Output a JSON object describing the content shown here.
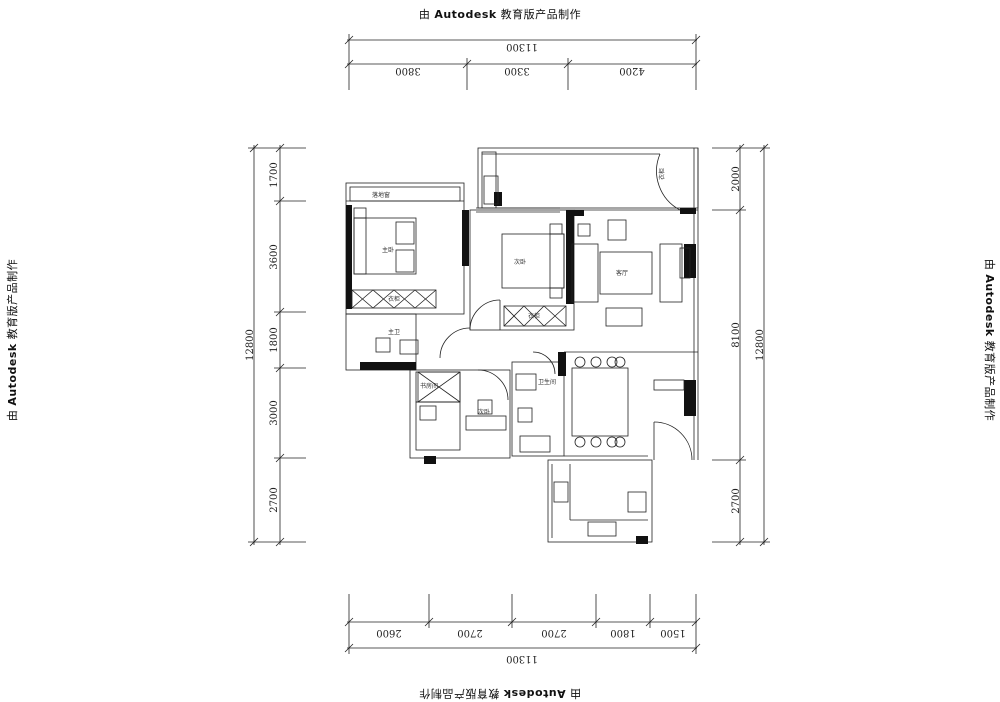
{
  "watermark": {
    "prefix": "由",
    "brand": "Autodesk",
    "suffix": "教育版产品制作"
  },
  "dimensions": {
    "top_total": "11300",
    "top_segments": [
      "3800",
      "3300",
      "4200"
    ],
    "bottom_total": "11300",
    "bottom_segments": [
      "2600",
      "2700",
      "2700",
      "1800",
      "1500"
    ],
    "left_total": "12800",
    "left_segments": [
      "1700",
      "3600",
      "1800",
      "3000",
      "2700"
    ],
    "right_total": "12800",
    "right_segments": [
      "2000",
      "8100",
      "2700"
    ]
  },
  "rooms": {
    "master_bedroom": "主卧",
    "second_bedroom": "次卧",
    "third_bedroom": "次卧",
    "living_room": "客厅",
    "kitchen_bath": "主卫",
    "bathroom": "卫生间",
    "study": "书房间",
    "balcony_label": "衣柜",
    "wardrobe_1": "衣柜",
    "wardrobe_2": "衣柜",
    "small_note": "落地窗"
  }
}
